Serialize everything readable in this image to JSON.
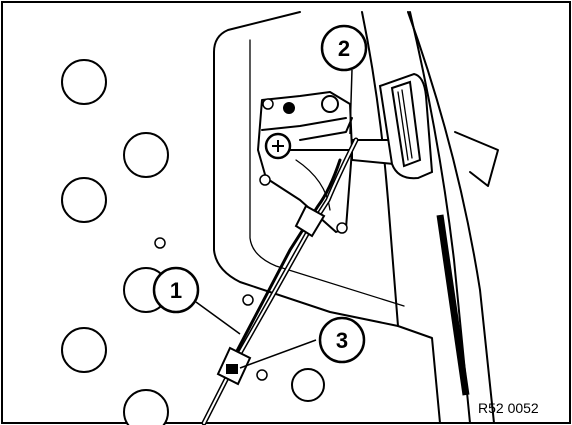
{
  "callouts": [
    {
      "label": "1"
    },
    {
      "label": "2"
    },
    {
      "label": "3"
    }
  ],
  "reference_code": "R52 0052"
}
